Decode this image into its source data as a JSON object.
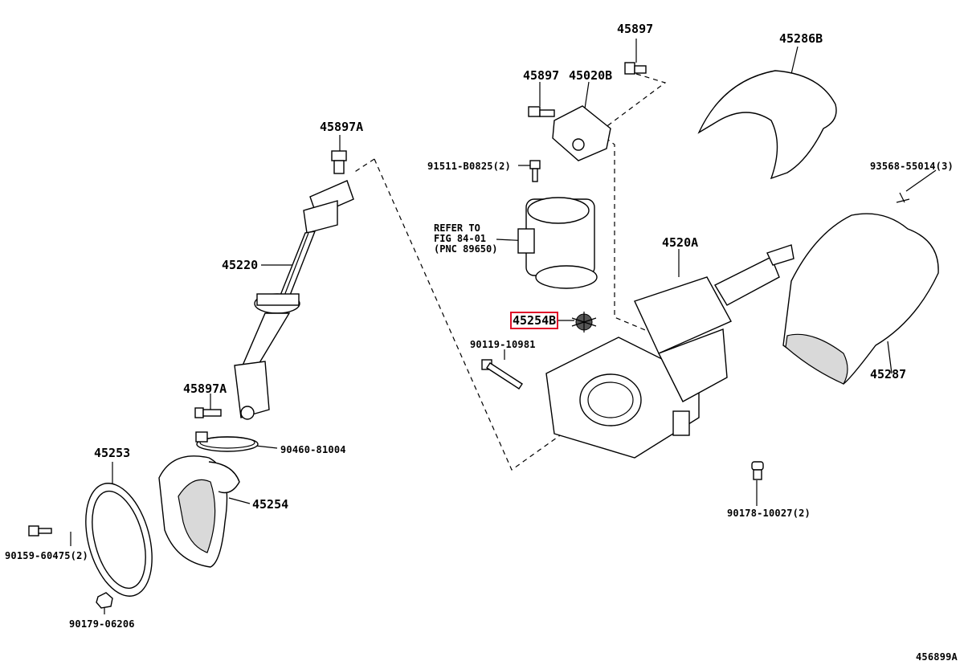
{
  "diagram_id": "456899A",
  "highlight_color": "#e0102a",
  "labels": {
    "p45897_top": "45897",
    "p45286b": "45286B",
    "p45897_mid": "45897",
    "p45020b": "45020B",
    "p45897a_top": "45897A",
    "p91511": "91511-B0825(2)",
    "p93568": "93568-55014(3)",
    "refer_note": "REFER TO\nFIG 84-01\n(PNC 89650)",
    "p4520a": "4520A",
    "p45220": "45220",
    "p45254b": "45254B",
    "p90119": "90119-10981",
    "p45287": "45287",
    "p45897a_low": "45897A",
    "p90460": "90460-81004",
    "p45253": "45253",
    "p45254": "45254",
    "p90178": "90178-10027(2)",
    "p90159": "90159-60475(2)",
    "p90179": "90179-06206"
  }
}
